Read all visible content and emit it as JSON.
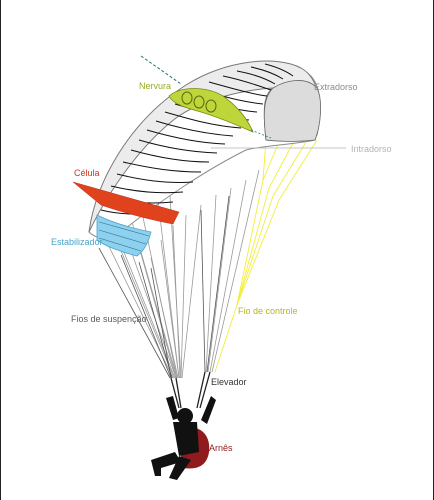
{
  "colors": {
    "nervura": "#9aad1e",
    "extradorso": "#8c8c8c",
    "intradorso": "#b3b3b3",
    "celula": "#d6331a",
    "estabilizador": "#4aa3c9",
    "fios_suspencao": "#5a5a5a",
    "fio_controle": "#b4b81e",
    "elevador": "#333333",
    "arnes": "#8f1b1e",
    "rib_fill": "#bfd63a",
    "cell_fill": "#e1421e",
    "stab_fill": "#8ed1ee",
    "canopy_gray": "#dcdcdc",
    "pilot": "#111111",
    "control_line": "#f2ee3a"
  },
  "labels": {
    "nervura": "Nervura",
    "extradorso": "Extradorso",
    "intradorso": "Intradorso",
    "celula": "Célula",
    "estabilizador": "Estabilizador",
    "fios_suspencao": "Fios de suspenção",
    "fio_controle": "Fio de controle",
    "elevador": "Elevador",
    "arnes": "Arnês"
  }
}
